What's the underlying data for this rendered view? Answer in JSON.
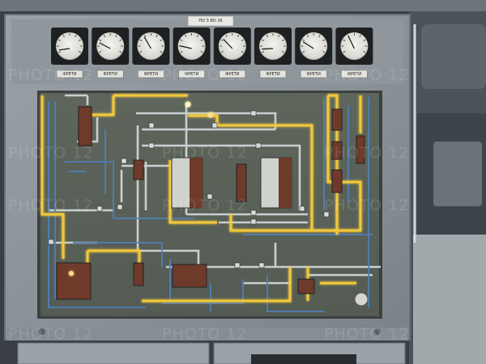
{
  "scene": {
    "colors": {
      "cabinet": "#8c949a",
      "panel_face": "#5a6259",
      "glow_line": "#f2c83a",
      "blue_line": "#4f7fb8",
      "white_line": "#c9cfd1"
    }
  },
  "gauges": [
    {
      "label": "ФРЕТИ"
    },
    {
      "label": "ФРЕТИ"
    },
    {
      "label": "ФРЕТИ"
    },
    {
      "label": "ФРЕТИ"
    },
    {
      "label": "ФРЕТИ"
    },
    {
      "label": "ФРЕТИ"
    },
    {
      "label": "ФРЕТИ"
    },
    {
      "label": "ФРЕТИ"
    }
  ],
  "top_plate": "ПО 3 ВО 26",
  "watermarks": [
    {
      "text": "PHOTO 12"
    },
    {
      "text": "PHOTO 12"
    },
    {
      "text": "PHOTO 12"
    },
    {
      "text": "PHOTO 12"
    },
    {
      "text": "PHOTO 12"
    },
    {
      "text": "PHOTO 12"
    },
    {
      "text": "PHOTO 12"
    },
    {
      "text": "PHOTO 12"
    },
    {
      "text": "PHOTO 12"
    },
    {
      "text": "PHOTO 12"
    },
    {
      "text": "PHOTO 12"
    },
    {
      "text": "PHOTO 12"
    }
  ]
}
